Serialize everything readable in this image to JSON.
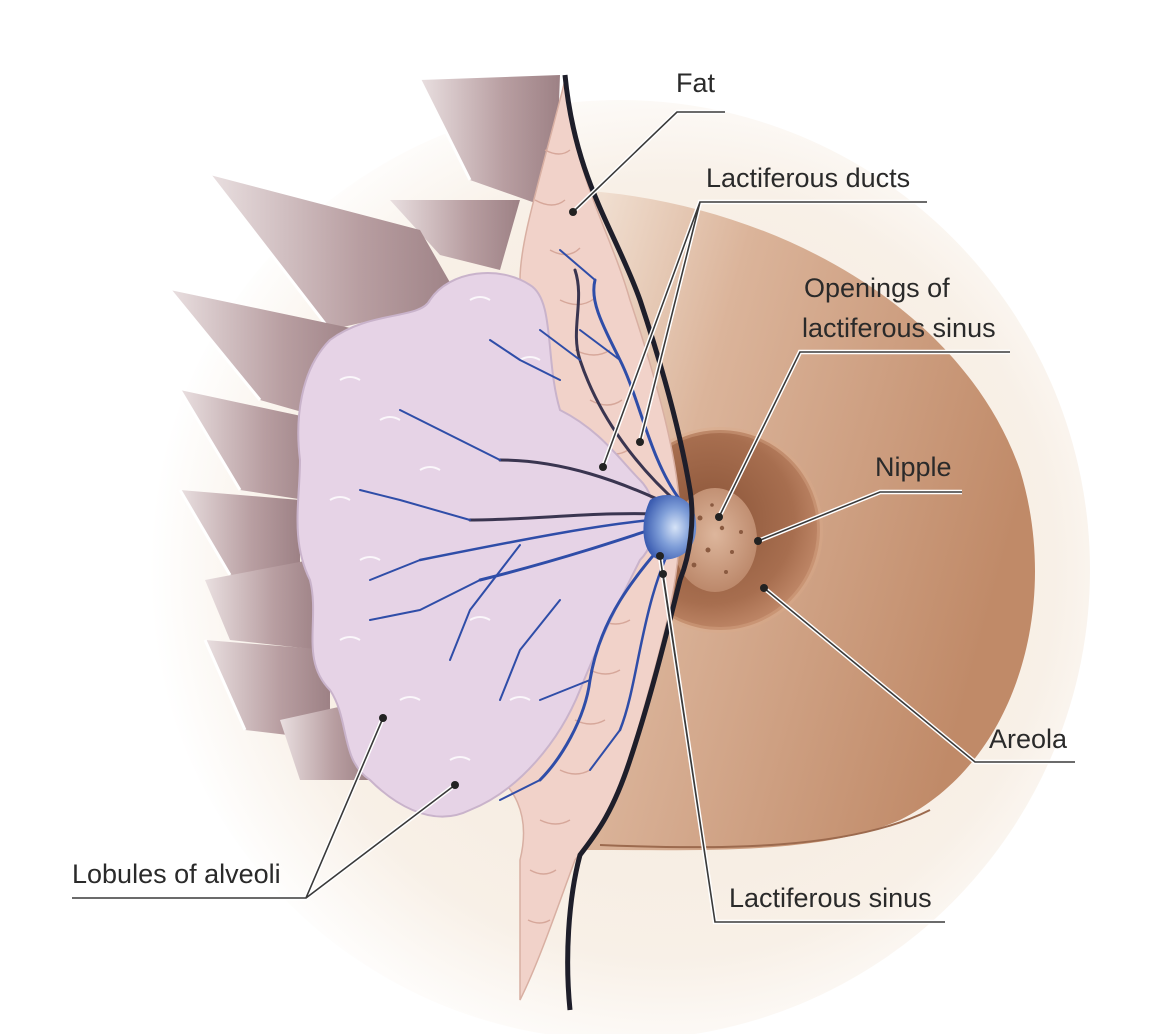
{
  "labels": {
    "fat": "Fat",
    "lactiferous_ducts": "Lactiferous ducts",
    "openings_line1": "Openings of",
    "openings_line2": "lactiferous sinus",
    "nipple": "Nipple",
    "areola": "Areola",
    "lactiferous_sinus": "Lactiferous sinus",
    "lobules": "Lobules of alveoli"
  },
  "colors": {
    "skin": "#c89a7c",
    "areola": "#a66e50",
    "lobules": "#e6d3e6",
    "fat": "#f1d2c9",
    "ducts": "#2f4da8",
    "muscle": "#b39a9c"
  }
}
